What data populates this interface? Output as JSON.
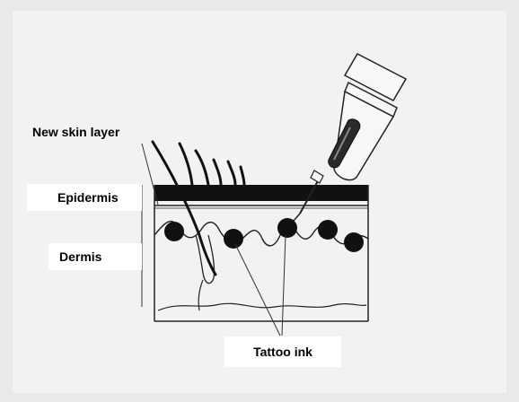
{
  "labels": {
    "new_skin_layer": "New skin layer",
    "epidermis": "Epidermis",
    "dermis": "Dermis",
    "tattoo_ink": "Tattoo ink"
  },
  "colors": {
    "background": "#e9e9e9",
    "paper": "#f2f2f2",
    "ink": "#111111",
    "label_box": "#ffffff"
  },
  "icons": [
    "tattoo-needle-icon",
    "hair-strand-icon",
    "ink-droplet-icon"
  ]
}
